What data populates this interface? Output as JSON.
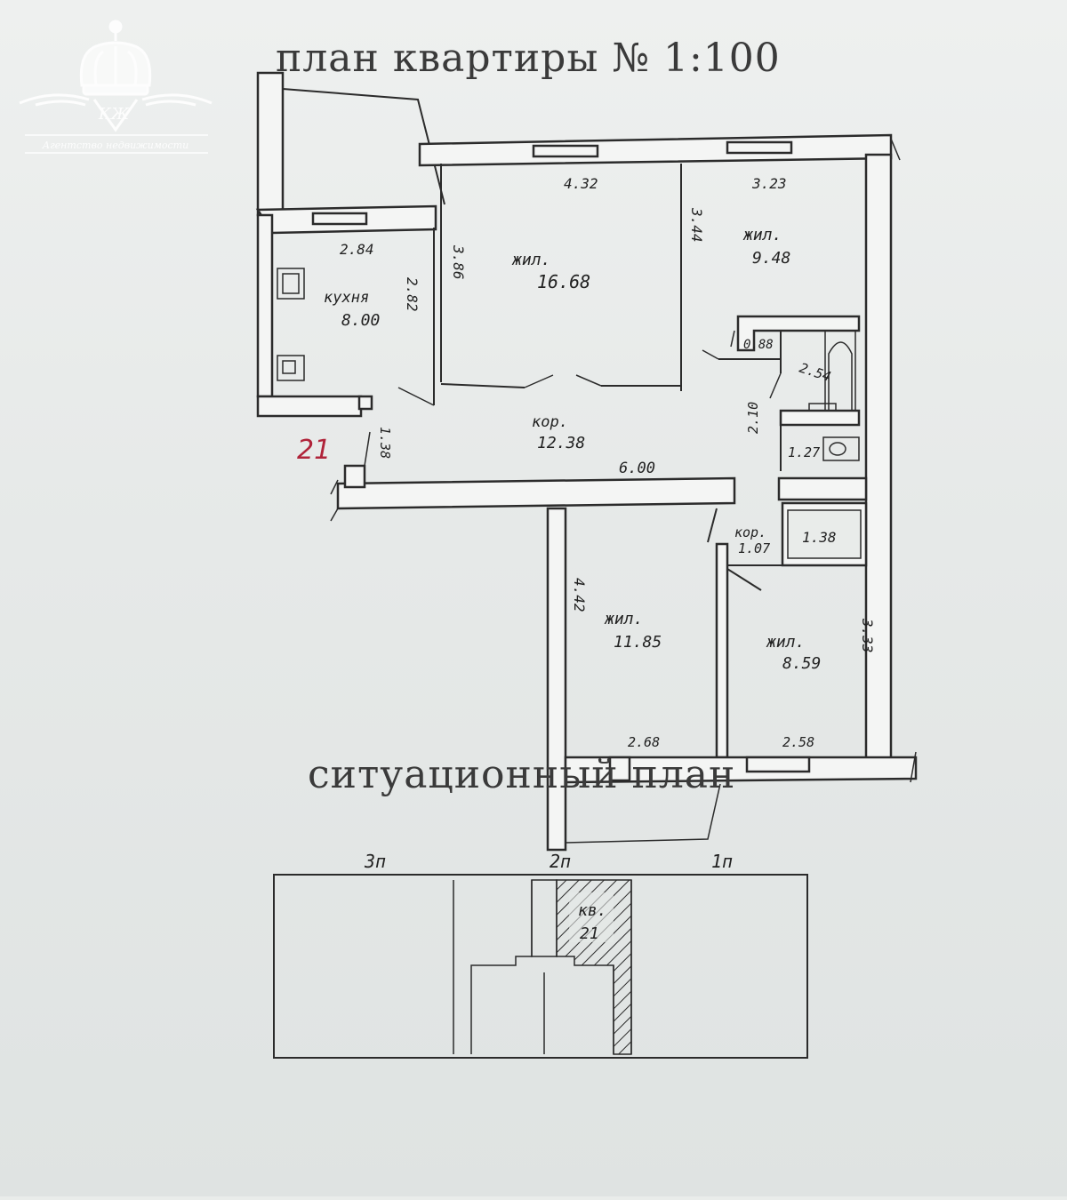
{
  "title": "план квартиры № 1:100",
  "subtitle": "ситуационный план",
  "logo": {
    "monogram": "КЖ",
    "tagline": "Агентство недвижимости"
  },
  "apartment_number_mark": "21",
  "rooms": [
    {
      "id": "living-large",
      "name": "жил.",
      "area": "16.68"
    },
    {
      "id": "living-ne",
      "name": "жил.",
      "area": "9.48"
    },
    {
      "id": "kitchen",
      "name": "кухня",
      "area": "8.00"
    },
    {
      "id": "corridor-main",
      "name": "кор.",
      "area": "12.38"
    },
    {
      "id": "living-s1",
      "name": "жил.",
      "area": "11.85"
    },
    {
      "id": "living-s2",
      "name": "жил.",
      "area": "8.59"
    },
    {
      "id": "corridor-small",
      "name": "кор.",
      "area": "1.07"
    }
  ],
  "dimensions": {
    "d_432": "4.32",
    "d_323": "3.23",
    "d_284": "2.84",
    "d_386": "3.86",
    "d_344": "3.44",
    "d_282": "2.82",
    "d_088": "0.88",
    "d_254": "2.54",
    "d_210": "2.10",
    "d_127": "1.27",
    "d_138a": "1.38",
    "d_600": "6.00",
    "d_138b": "1.38",
    "d_442": "4.42",
    "d_333": "3.33",
    "d_268": "2.68",
    "d_258": "2.58"
  },
  "site_plan": {
    "entrance_3": "3п",
    "entrance_2": "2п",
    "entrance_1": "1п",
    "apt_label": "кв.",
    "apt_number": "21"
  },
  "colors": {
    "ink": "#2b2b2b",
    "red_mark": "#b0243a",
    "paper": "#e9ecea"
  }
}
